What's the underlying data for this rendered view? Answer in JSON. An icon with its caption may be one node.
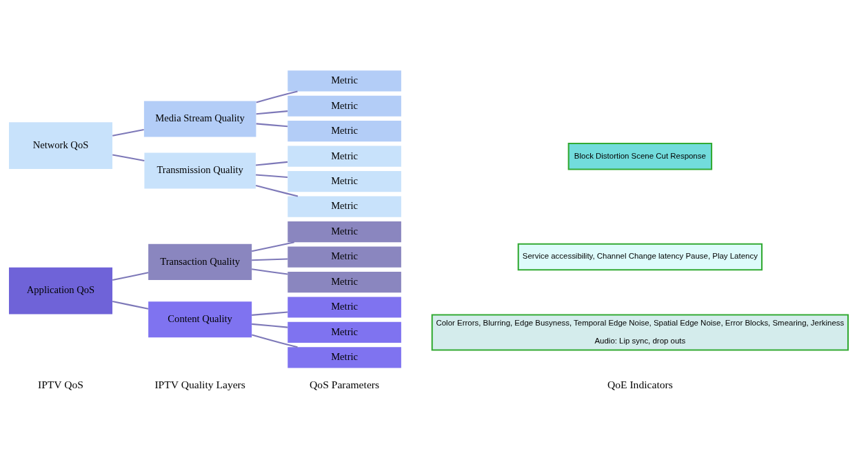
{
  "diagram": {
    "nodes": [
      {
        "text": [
          "Application QoS"
        ]
      },
      {
        "text": [
          "Network QoS"
        ]
      },
      {
        "text": [
          "Transaction Quality"
        ]
      },
      {
        "text": [
          "Content Quality"
        ]
      },
      {
        "text": [
          "Media Stream Quality"
        ]
      },
      {
        "text": [
          "Transmission Quality"
        ]
      },
      {
        "text": [
          "Metric"
        ]
      },
      {
        "text": [
          "Metric"
        ]
      },
      {
        "text": [
          "Metric"
        ]
      },
      {
        "text": [
          "Metric"
        ]
      },
      {
        "text": [
          "Metric"
        ]
      },
      {
        "text": [
          "Metric"
        ]
      },
      {
        "text": [
          "Metric"
        ]
      },
      {
        "text": [
          "Metric"
        ]
      },
      {
        "text": [
          "Metric"
        ]
      },
      {
        "text": [
          "Metric"
        ]
      },
      {
        "text": [
          "Metric"
        ]
      },
      {
        "text": [
          "Metric"
        ]
      },
      {
        "text": [
          "Service accessibility, Channel Change latency Pause, Play Latency"
        ]
      },
      {
        "text": [
          "Color Errors, Blurring, Edge Busyness, Temporal Edge Noise, Spatial Edge Noise, Error Blocks, Smearing, Jerkiness",
          "Audio: Lip sync, drop outs"
        ]
      },
      {
        "text": [
          "Block Distortion Scene Cut Response"
        ]
      }
    ],
    "edges": [
      {
        "from": 0,
        "to": 2,
        "arrow": "none"
      },
      {
        "from": 0,
        "to": 3,
        "arrow": "none"
      },
      {
        "from": 1,
        "to": 4,
        "arrow": "none"
      },
      {
        "from": 1,
        "to": 5,
        "arrow": "none"
      },
      {
        "from": 2,
        "to": 6,
        "arrow": "none"
      },
      {
        "from": 2,
        "to": 7,
        "arrow": "none"
      },
      {
        "from": 2,
        "to": 8,
        "arrow": "none"
      },
      {
        "from": 3,
        "to": 9,
        "arrow": "none"
      },
      {
        "from": 3,
        "to": 10,
        "arrow": "none"
      },
      {
        "from": 3,
        "to": 11,
        "arrow": "none"
      },
      {
        "from": 4,
        "to": 12,
        "arrow": "none"
      },
      {
        "from": 4,
        "to": 13,
        "arrow": "none"
      },
      {
        "from": 4,
        "to": 14,
        "arrow": "none"
      },
      {
        "from": 5,
        "to": 15,
        "arrow": "none"
      },
      {
        "from": 5,
        "to": 16,
        "arrow": "none"
      },
      {
        "from": 5,
        "to": 17,
        "arrow": "none"
      }
    ],
    "labels": [
      "QoS Parameters",
      "QoE Indicators",
      "IPTV Quality Layers",
      "IPTV QoS"
    ]
  }
}
